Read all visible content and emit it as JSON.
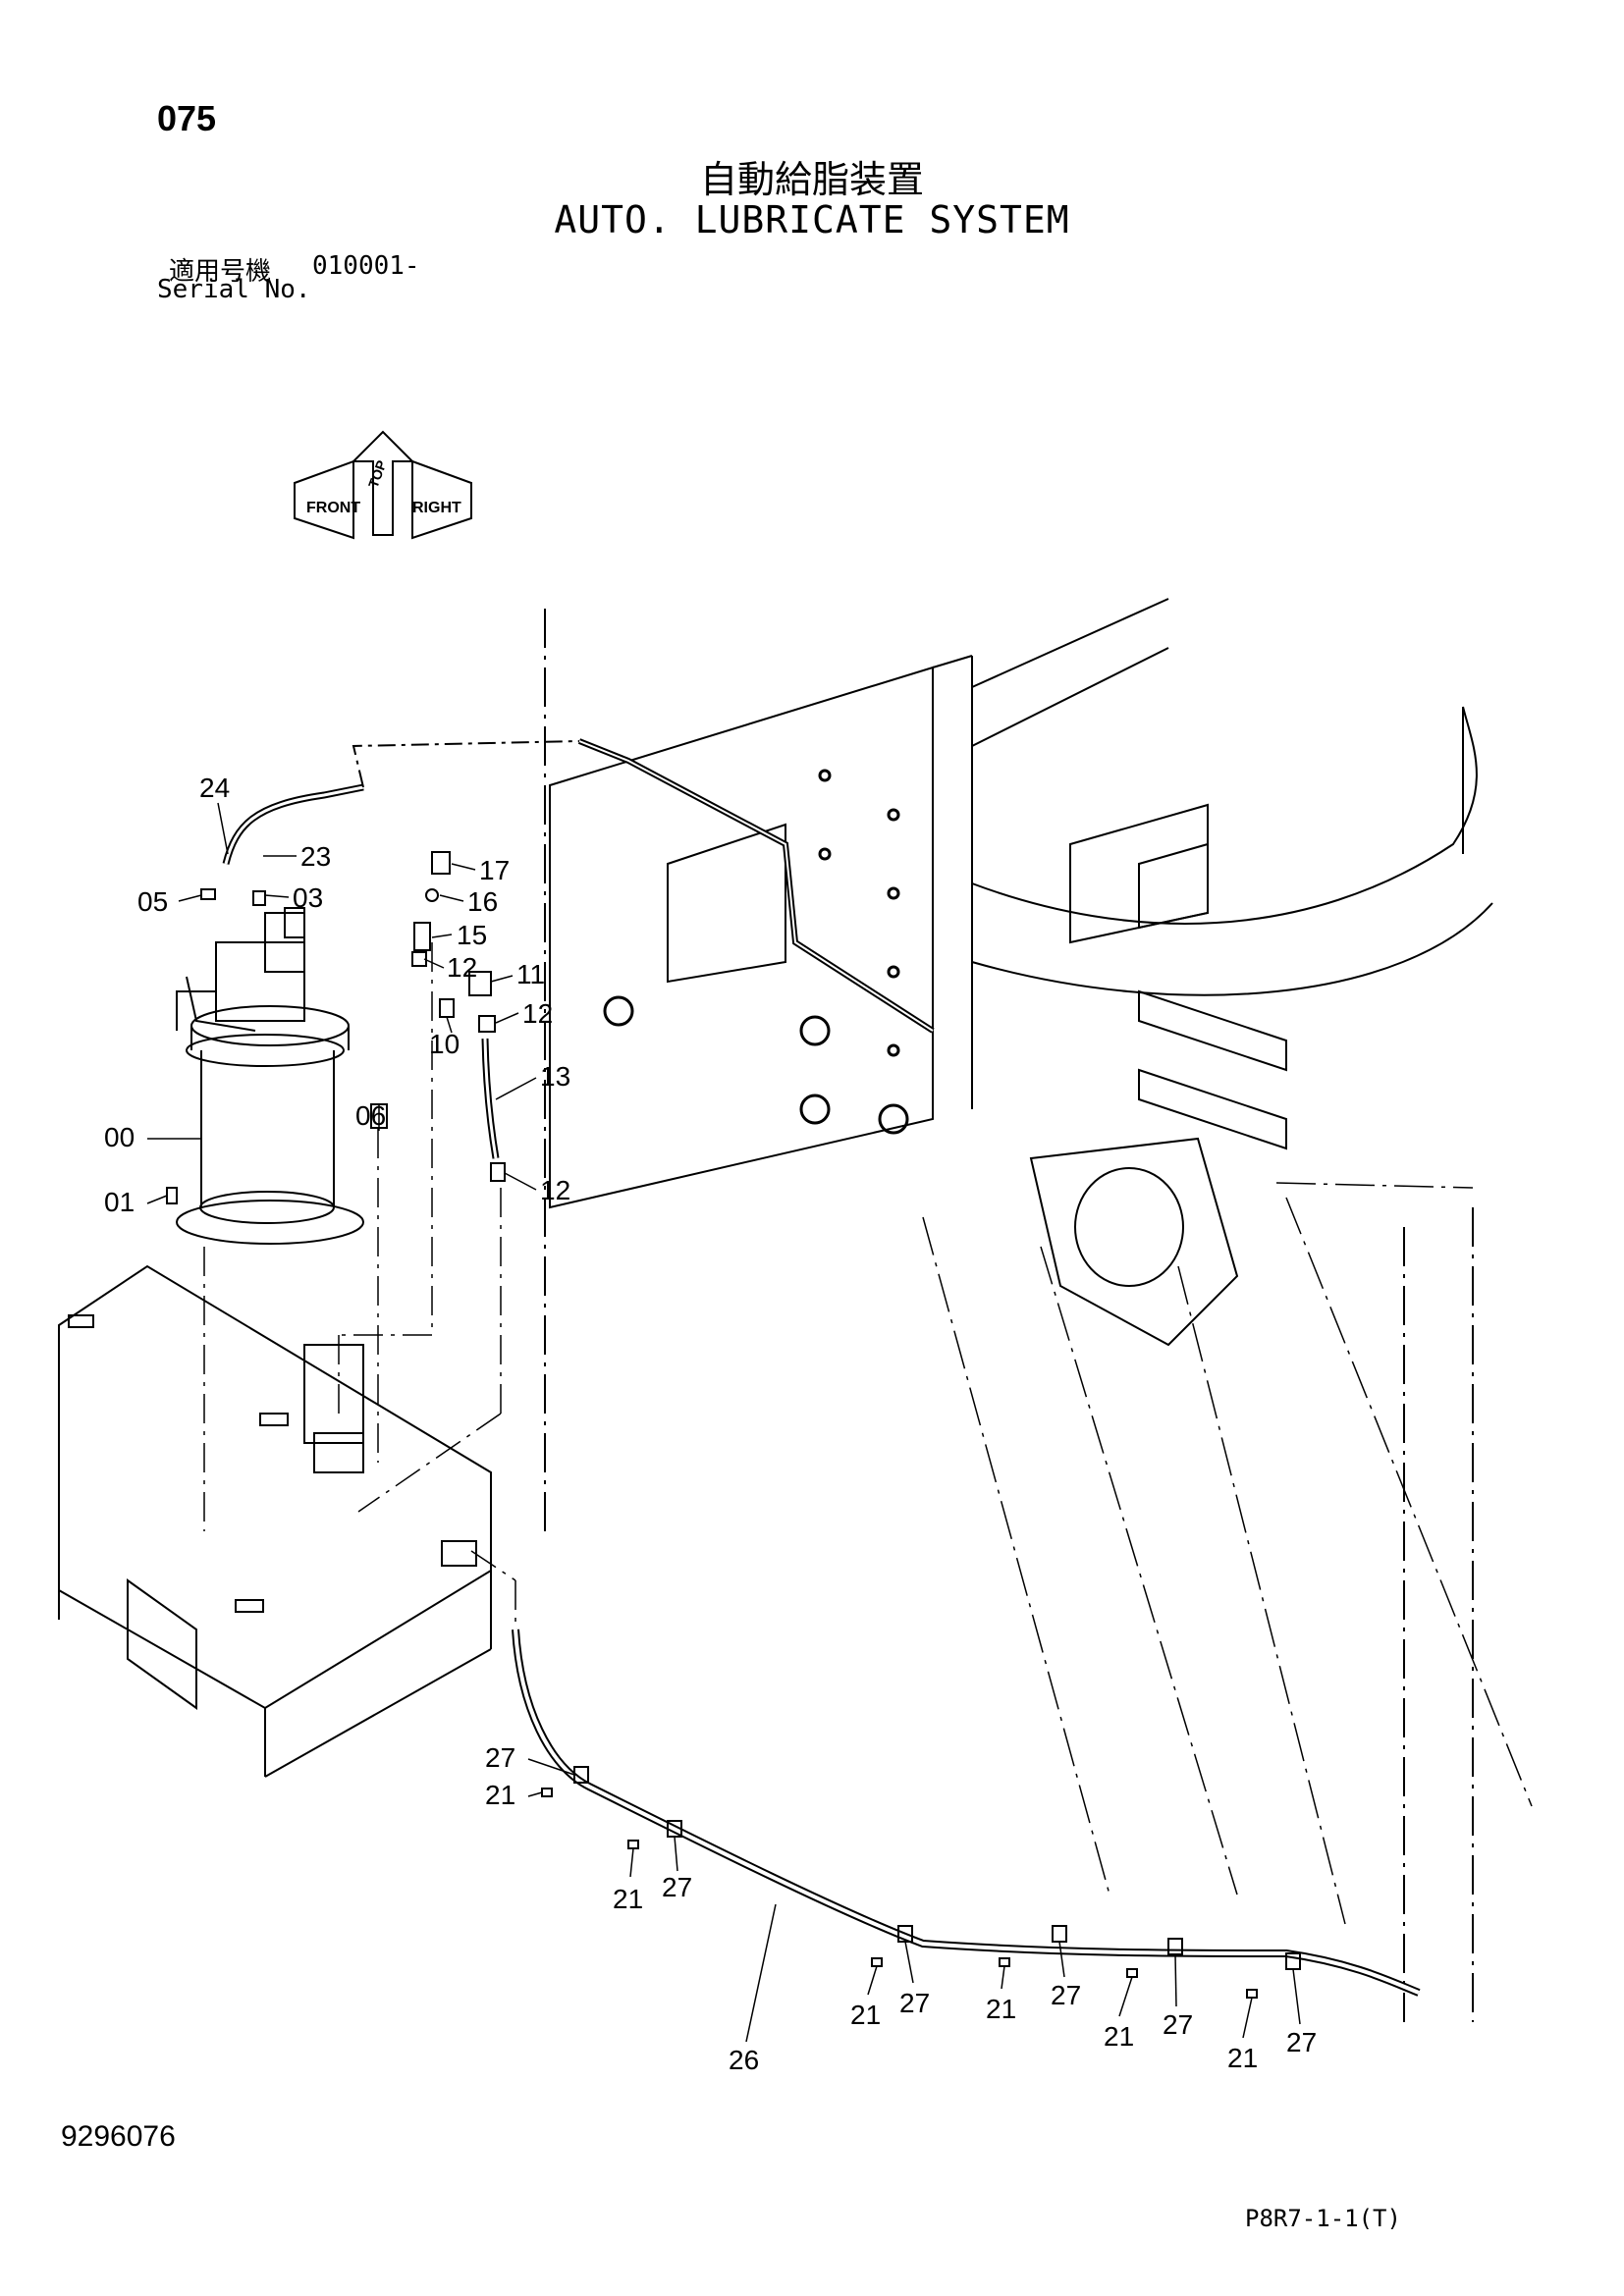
{
  "header": {
    "page_number": "075",
    "title_jp": "自動給脂装置",
    "title_en": "AUTO. LUBRICATE SYSTEM",
    "serial_label_jp": "適用号機",
    "serial_value": "010001-",
    "serial_label_en": "Serial No."
  },
  "orientation": {
    "front": "FRONT",
    "right": "RIGHT",
    "top": "TOP"
  },
  "callouts": [
    {
      "label": "24"
    },
    {
      "label": "23"
    },
    {
      "label": "05"
    },
    {
      "label": "03"
    },
    {
      "label": "17"
    },
    {
      "label": "16"
    },
    {
      "label": "15"
    },
    {
      "label": "12"
    },
    {
      "label": "11"
    },
    {
      "label": "12"
    },
    {
      "label": "10"
    },
    {
      "label": "13"
    },
    {
      "label": "00"
    },
    {
      "label": "06"
    },
    {
      "label": "01"
    },
    {
      "label": "12"
    },
    {
      "label": "27"
    },
    {
      "label": "21"
    },
    {
      "label": "21"
    },
    {
      "label": "27"
    },
    {
      "label": "21"
    },
    {
      "label": "27"
    },
    {
      "label": "21"
    },
    {
      "label": "27"
    },
    {
      "label": "21"
    },
    {
      "label": "27"
    },
    {
      "label": "21"
    },
    {
      "label": "27"
    },
    {
      "label": "26"
    }
  ],
  "footer": {
    "doc_number": "9296076",
    "page_code": "P8R7-1-1(T)"
  }
}
